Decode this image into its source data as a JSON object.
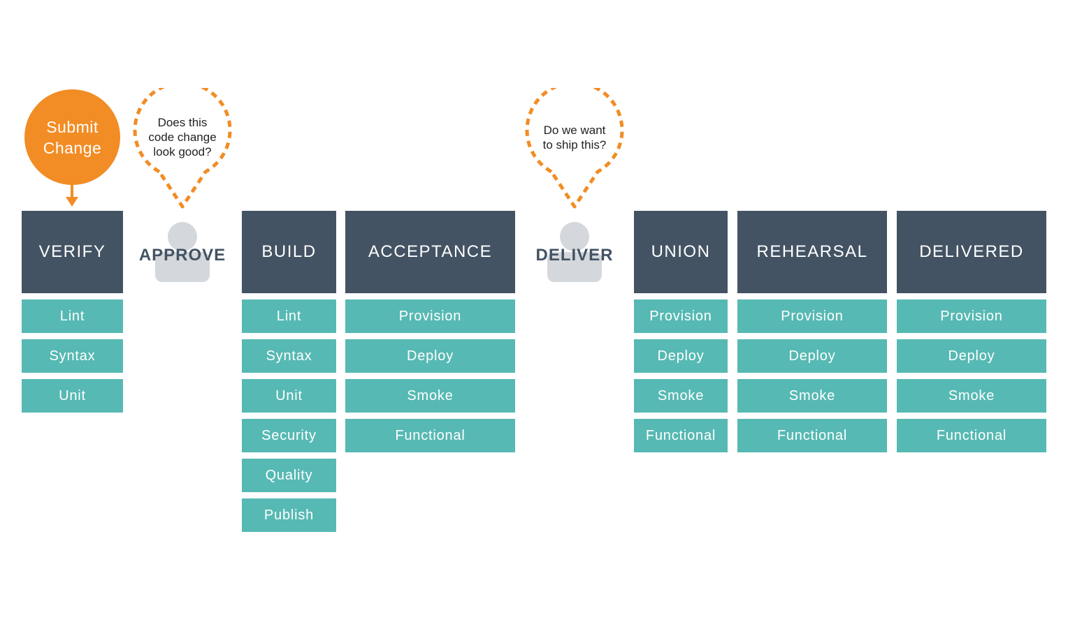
{
  "submit": {
    "line1": "Submit",
    "line2": "Change"
  },
  "stages": [
    {
      "id": "verify",
      "label": "VERIFY",
      "steps": [
        "Lint",
        "Syntax",
        "Unit"
      ]
    },
    {
      "id": "build",
      "label": "BUILD",
      "steps": [
        "Lint",
        "Syntax",
        "Unit",
        "Security",
        "Quality",
        "Publish"
      ]
    },
    {
      "id": "acceptance",
      "label": "ACCEPTANCE",
      "steps": [
        "Provision",
        "Deploy",
        "Smoke",
        "Functional"
      ]
    },
    {
      "id": "union",
      "label": "UNION",
      "steps": [
        "Provision",
        "Deploy",
        "Smoke",
        "Functional"
      ]
    },
    {
      "id": "rehearsal",
      "label": "REHEARSAL",
      "steps": [
        "Provision",
        "Deploy",
        "Smoke",
        "Functional"
      ]
    },
    {
      "id": "delivered",
      "label": "DELIVERED",
      "steps": [
        "Provision",
        "Deploy",
        "Smoke",
        "Functional"
      ]
    }
  ],
  "gates": [
    {
      "id": "approve",
      "label": "APPROVE",
      "question": [
        "Does this",
        "code change",
        "look good?"
      ]
    },
    {
      "id": "deliver",
      "label": "DELIVER",
      "question": [
        "Do we want",
        "to ship this?"
      ]
    }
  ],
  "colors": {
    "header": "#435363",
    "step": "#57b9b3",
    "accent": "#f28c24",
    "person": "#d4d7db"
  },
  "icons": {
    "person": "person-icon",
    "arrow": "arrow-down-icon"
  }
}
